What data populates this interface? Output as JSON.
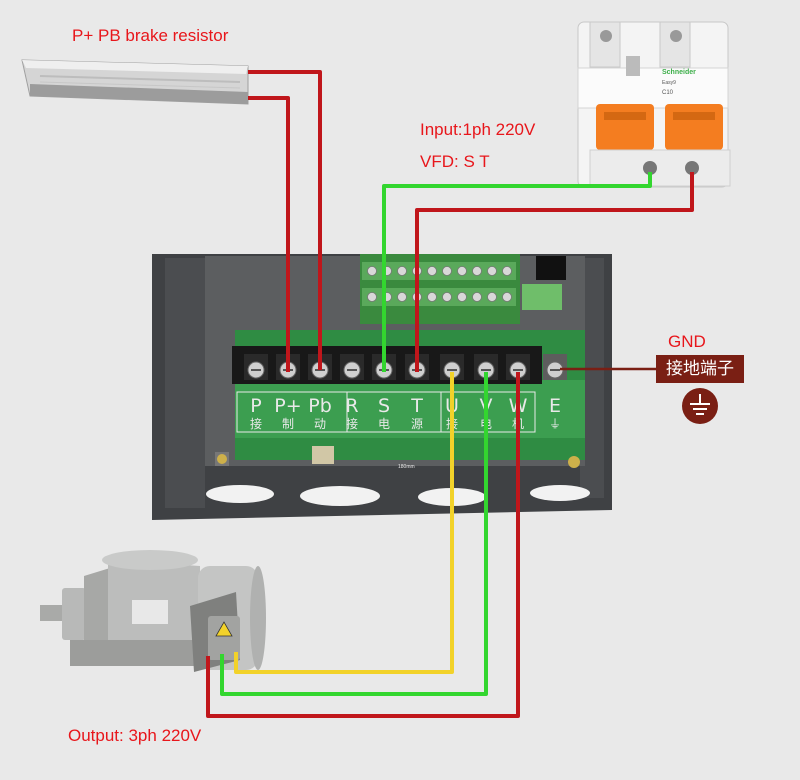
{
  "labels": {
    "brake_resistor": "P+ PB  brake resistor",
    "input": "Input:1ph 220V",
    "vfd": "VFD: S T",
    "gnd": "GND",
    "gnd_terminal": "接地端子",
    "output": "Output: 3ph 220V"
  },
  "terminal_top_labels": [
    "P",
    "P+",
    "Pb",
    "R",
    "S",
    "T",
    "U",
    "V",
    "W",
    "E"
  ],
  "terminal_bottom_labels": [
    "接",
    "制",
    "动",
    "接",
    "电",
    "源",
    "接",
    "电",
    "机",
    "⏚"
  ],
  "breaker": {
    "brand": "Schneider",
    "model": "C10",
    "series": "Easy9"
  },
  "board_marking": "180mm",
  "colors": {
    "wire_red": "#c0161b",
    "wire_green": "#33d62f",
    "wire_yellow": "#f2d22a",
    "label_red": "#e8161b",
    "tag_brown": "#7a1f14"
  }
}
